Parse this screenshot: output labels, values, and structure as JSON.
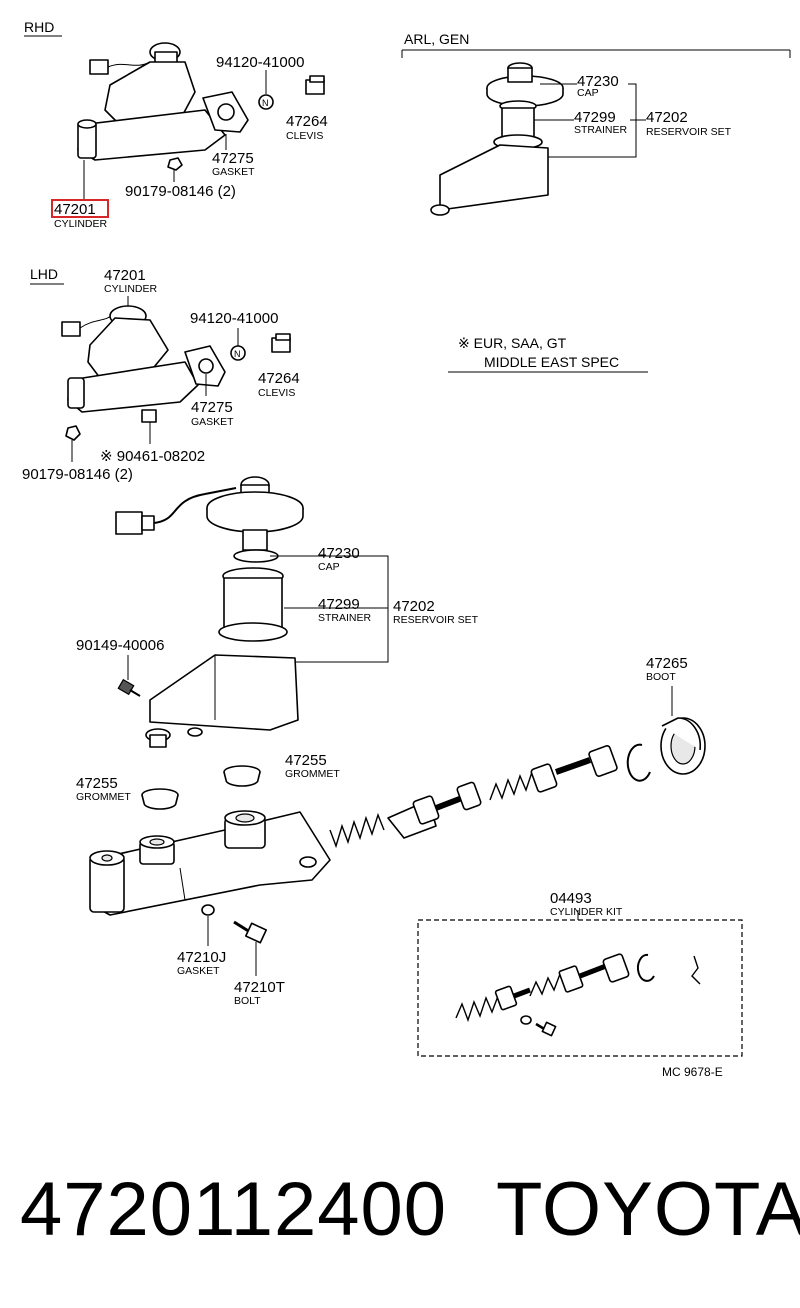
{
  "sections": {
    "rhd": "RHD",
    "lhd": "LHD",
    "arl": "ARL, GEN",
    "note_line1": "※ EUR, SAA, GT",
    "note_line2": "MIDDLE EAST SPEC"
  },
  "rhd_parts": {
    "p94120": "94120-41000",
    "p47264": "47264",
    "n47264": "CLEVIS",
    "p47275": "47275",
    "n47275": "GASKET",
    "p90179": "90179-08146 (2)",
    "p47201": "47201",
    "n47201": "CYLINDER",
    "n_mark": "N"
  },
  "arl_parts": {
    "p47230": "47230",
    "n47230": "CAP",
    "p47299": "47299",
    "n47299": "STRAINER",
    "p47202": "47202",
    "n47202": "RESERVOIR SET"
  },
  "lhd_parts": {
    "p47201": "47201",
    "n47201": "CYLINDER",
    "p94120": "94120-41000",
    "p47264": "47264",
    "n47264": "CLEVIS",
    "p47275": "47275",
    "n47275": "GASKET",
    "p90461": "※ 90461-08202",
    "p90179": "90179-08146 (2)",
    "n_mark": "N"
  },
  "main_parts": {
    "p47230": "47230",
    "n47230": "CAP",
    "p47299": "47299",
    "n47299": "STRAINER",
    "p47202": "47202",
    "n47202": "RESERVOIR SET",
    "p90149": "90149-40006",
    "p47265": "47265",
    "n47265": "BOOT",
    "p47255a": "47255",
    "n47255a": "GROMMET",
    "p47255b": "47255",
    "n47255b": "GROMMET",
    "p47210j": "47210J",
    "n47210j": "GASKET",
    "p47210t": "47210T",
    "n47210t": "BOLT",
    "p04493": "04493",
    "n04493": "CYLINDER KIT"
  },
  "diagram_code": "MC 9678-E",
  "footer": {
    "part_number": "4720112400",
    "brand": "TOYOTA"
  },
  "colors": {
    "highlight": "#d62828",
    "line": "#000000"
  }
}
